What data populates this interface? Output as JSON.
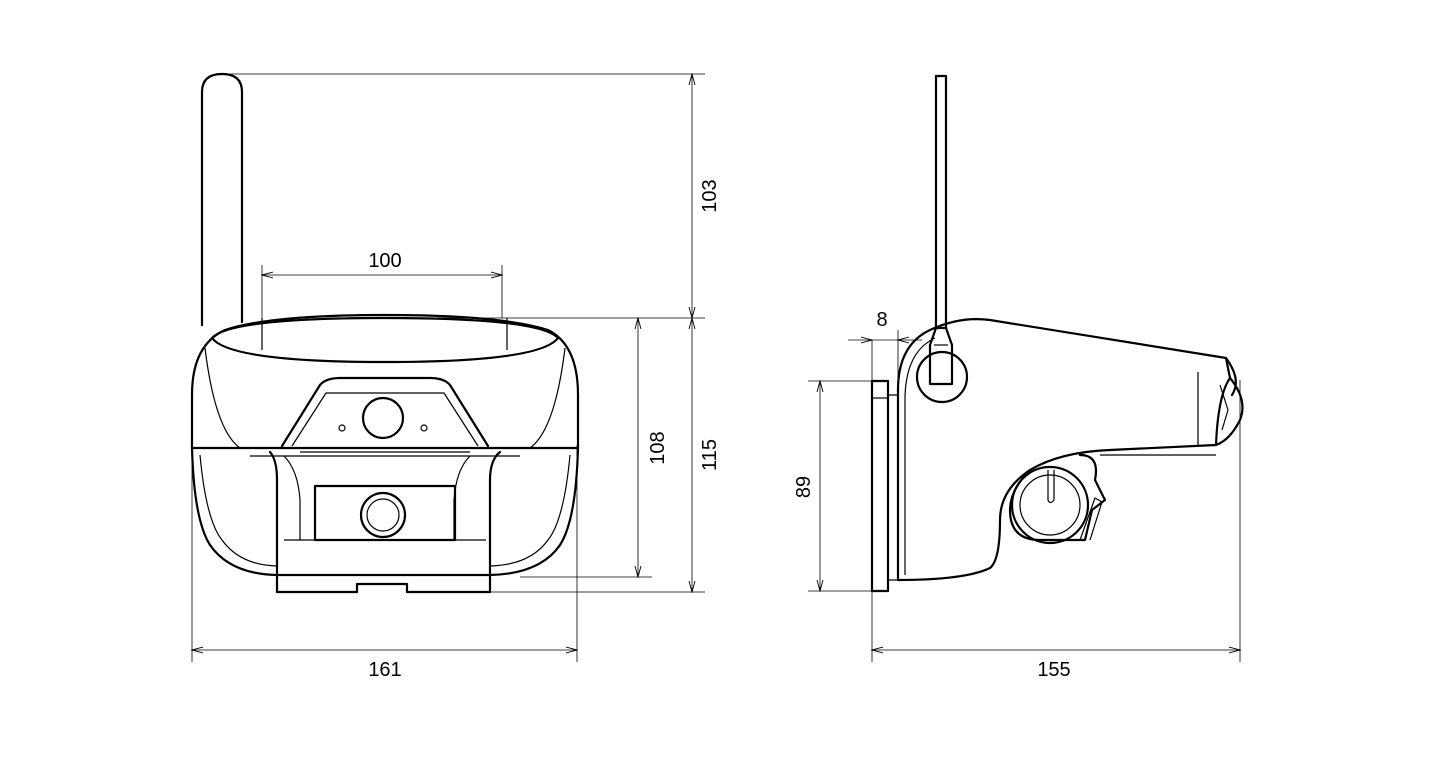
{
  "dimensions": {
    "front_width": "161",
    "antenna_height": "103",
    "panel_width": "100",
    "body_height_inner": "108",
    "body_height_total": "115",
    "side_depth": "155",
    "bracket_height": "89",
    "bracket_thickness": "8"
  }
}
